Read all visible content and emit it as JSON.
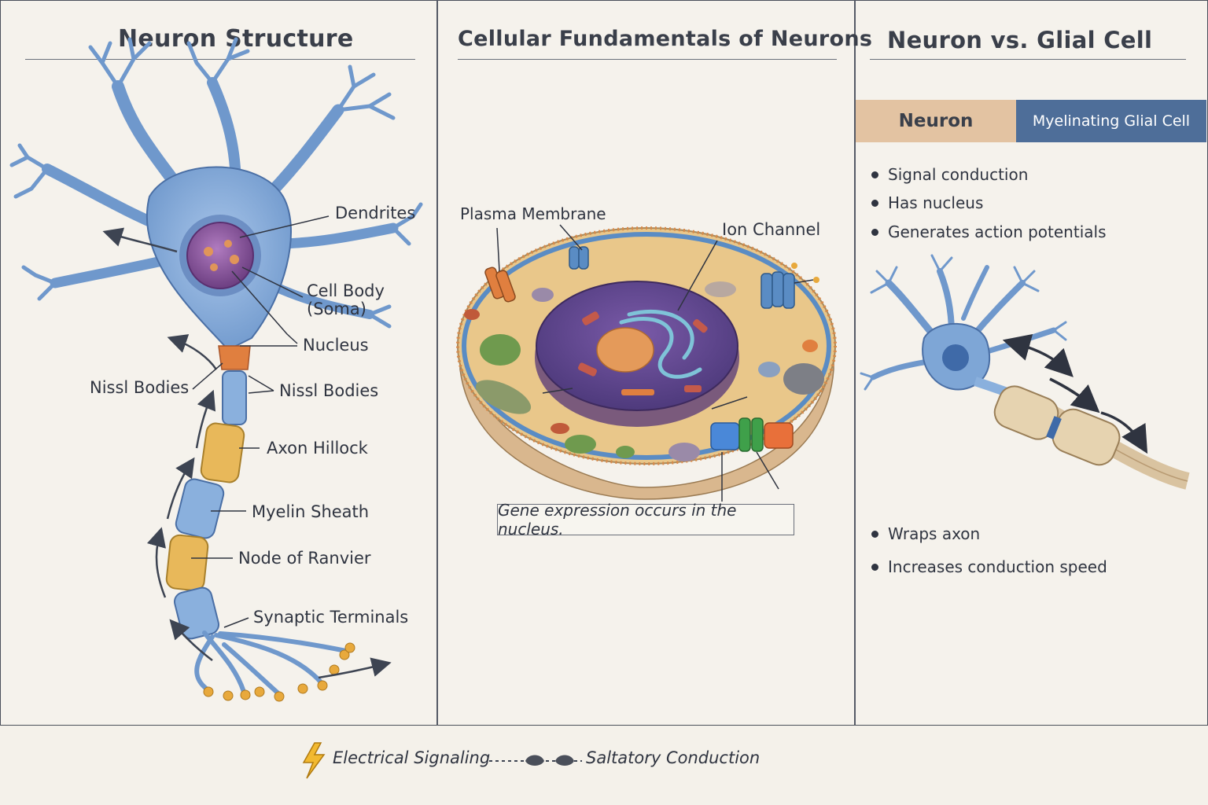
{
  "panels": {
    "structure": {
      "title": "Neuron Structure",
      "labels": {
        "dendrites": "Dendrites",
        "cell_body": "Cell Body",
        "soma": "(Soma)",
        "nucleus": "Nucleus",
        "nissl_left": "Nissl Bodies",
        "nissl_right": "Nissl Bodies",
        "axon_hillock": "Axon Hillock",
        "myelin_sheath": "Myelin Sheath",
        "node_of_ranvier": "Node of Ranvier",
        "synaptic_terminals": "Synaptic Terminals"
      }
    },
    "cellular": {
      "title": "Cellular Fundamentals of Neurons",
      "labels": {
        "plasma_membrane": "Plasma Membrane",
        "ion_channel": "Ion Channel"
      },
      "caption": "Gene expression occurs in the nucleus."
    },
    "comparison": {
      "title": "Neuron vs. Glial Cell",
      "tab_neuron": "Neuron",
      "tab_glial": "Myelinating Glial Cell",
      "neuron_points": [
        "Signal conduction",
        "Has nucleus",
        "Generates action potentials"
      ],
      "glial_points": [
        "Wraps axon",
        "Increases conduction speed"
      ]
    }
  },
  "legend": {
    "electrical": "Electrical Signaling",
    "saltatory": "Saltatory Conduction"
  },
  "colors": {
    "neuron_blue": "#7ea6d6",
    "neuron_outline": "#4a6fa5",
    "myelin_gold": "#e8b85a",
    "nucleus_purple": "#8a5a9c",
    "tab_neuron_bg": "#e3c3a2",
    "tab_glial_bg": "#4e6e99"
  }
}
